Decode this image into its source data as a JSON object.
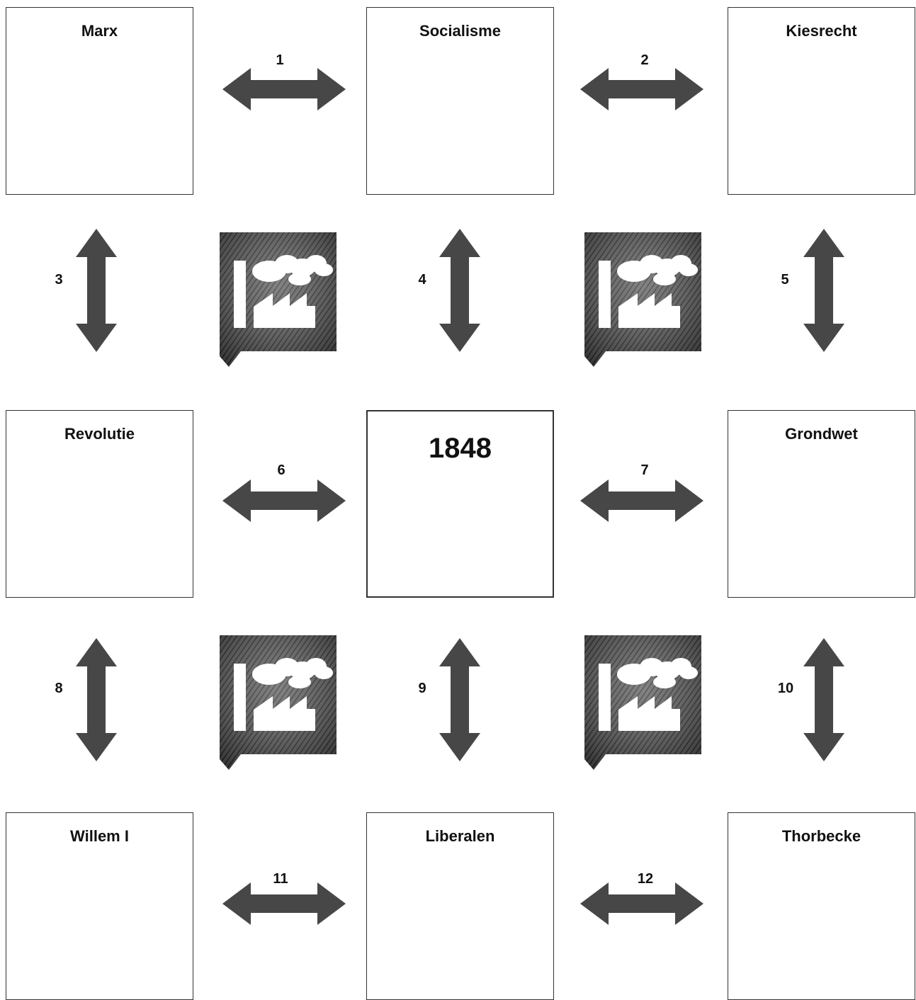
{
  "boxes": {
    "marx": "Marx",
    "socialisme": "Socialisme",
    "kiesrecht": "Kiesrecht",
    "revolutie": "Revolutie",
    "center": "1848",
    "grondwet": "Grondwet",
    "willem": "Willem I",
    "liberalen": "Liberalen",
    "thorbecke": "Thorbecke"
  },
  "connections": {
    "c1": "1",
    "c2": "2",
    "c3": "3",
    "c4": "4",
    "c5": "5",
    "c6": "6",
    "c7": "7",
    "c8": "8",
    "c9": "9",
    "c10": "10",
    "c11": "11",
    "c12": "12"
  },
  "colors": {
    "arrow": "#474747",
    "border": "#333333"
  },
  "icons": {
    "factory": "factory-silhouette-engraving-icon"
  }
}
